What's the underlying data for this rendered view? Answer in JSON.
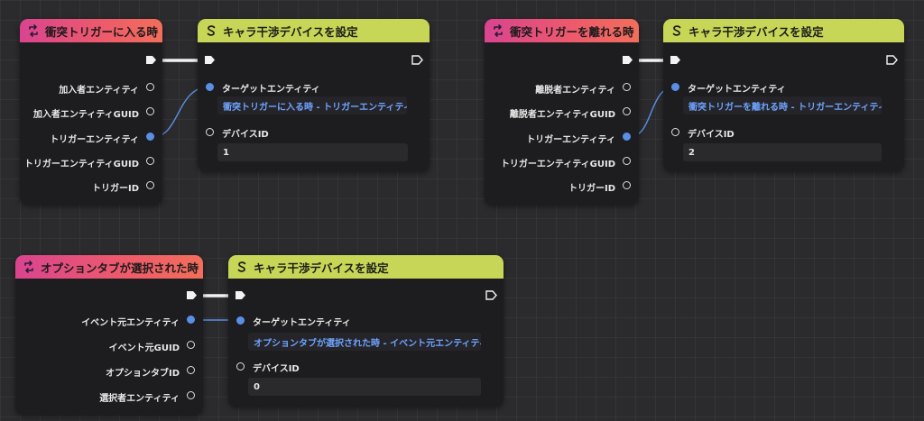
{
  "graph": {
    "a": {
      "event": {
        "title": "衝突トリガーに入る時",
        "outputs": [
          "加入者エンティティ",
          "加入者エンティティGUID",
          "トリガーエンティティ",
          "トリガーエンティティGUID",
          "トリガーID"
        ]
      },
      "action": {
        "title": "キャラ干渉デバイスを設定",
        "target_label": "ターゲットエンティティ",
        "target_value": "衝突トリガーに入る時 - トリガーエンティティ",
        "device_label": "デバイスID",
        "device_value": "1"
      }
    },
    "b": {
      "event": {
        "title": "衝突トリガーを離れる時",
        "outputs": [
          "離脱者エンティティ",
          "離脱者エンティティGUID",
          "トリガーエンティティ",
          "トリガーエンティティGUID",
          "トリガーID"
        ]
      },
      "action": {
        "title": "キャラ干渉デバイスを設定",
        "target_label": "ターゲットエンティティ",
        "target_value": "衝突トリガーを離れる時 - トリガーエンティティ",
        "device_label": "デバイスID",
        "device_value": "2"
      }
    },
    "c": {
      "event": {
        "title": "オプションタブが選択された時",
        "outputs": [
          "イベント元エンティティ",
          "イベント元GUID",
          "オプションタブID",
          "選択者エンティティ"
        ]
      },
      "action": {
        "title": "キャラ干渉デバイスを設定",
        "target_label": "ターゲットエンティティ",
        "target_value": "オプションタブが選択された時 - イベント元エンティティ",
        "device_label": "デバイスID",
        "device_value": "0"
      }
    }
  },
  "colors": {
    "event_header_start": "#d9448f",
    "event_header_end": "#f26e5b",
    "action_header": "#c7d656",
    "active_pin": "#5a8fe6",
    "reference_text": "#6ea3ff",
    "node_body": "#1d1d20",
    "canvas": "#2b2b2d"
  },
  "icons": {
    "event": "event-loop-icon",
    "action": "action-s-icon",
    "exec_pin": "exec-arrow-pin"
  }
}
